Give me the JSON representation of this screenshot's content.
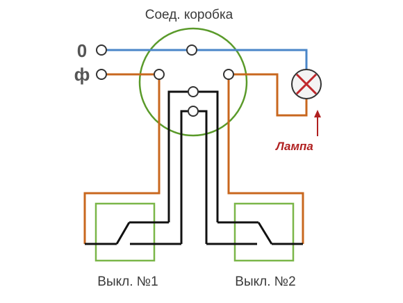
{
  "diagram": {
    "junction_box_label": "Соед. коробка",
    "neutral_label": "0",
    "phase_label": "ф",
    "lamp_label": "Лампа",
    "switch1_label": "Выкл. №1",
    "switch2_label": "Выкл. №2"
  },
  "colors": {
    "neutral_wire": "#4a86c8",
    "phase_wire": "#c8671e",
    "traveler_wire": "#111111",
    "junction_box": "#5a9a2a",
    "switch_box": "#7ab648",
    "lamp_cross": "#c0282c",
    "arrow": "#b02020",
    "label": "#3a3a3a"
  },
  "icons": {
    "lamp": "lamp-icon",
    "switch": "two-way-switch-icon",
    "terminal": "terminal-icon"
  }
}
